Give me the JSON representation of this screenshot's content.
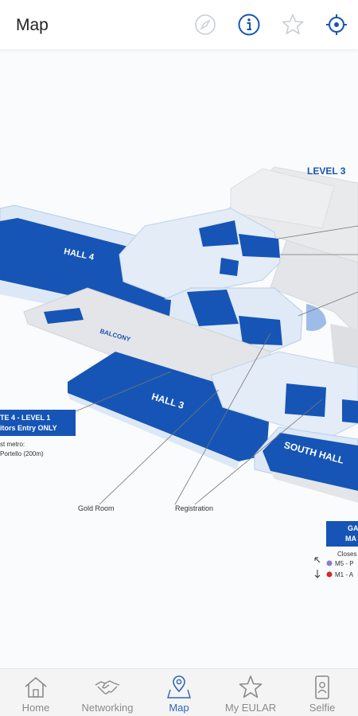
{
  "header": {
    "title": "Map",
    "icons": [
      "compass-icon",
      "info-icon",
      "star-icon",
      "locate-icon"
    ]
  },
  "colors": {
    "accent": "#1655b5",
    "light_blue": "#dbe8f6",
    "gray": "#e6e7e9",
    "active_tab": "#2f66b8",
    "inactive_tab": "#8a8a8a"
  },
  "map": {
    "level_label": "LEVEL 3",
    "halls": {
      "hall4": "HALL 4",
      "hall3": "HALL 3",
      "south_hall": "SOUTH HALL",
      "balcony": "BALCONY"
    },
    "gate_left": {
      "line1": "TE 4 - LEVEL 1",
      "line2": "itors Entry ONLY",
      "sub1": "st metro:",
      "sub2": "Portello (200m)"
    },
    "gate_right": {
      "line1": "GA",
      "line2": "MA",
      "closest": "Closes",
      "m5": "M5 - P",
      "m1": "M1 - A"
    },
    "labels": {
      "gold_room": "Gold Room",
      "registration": "Registration"
    }
  },
  "tabs": [
    {
      "label": "Home",
      "icon": "home-icon",
      "active": false
    },
    {
      "label": "Networking",
      "icon": "handshake-icon",
      "active": false
    },
    {
      "label": "Map",
      "icon": "map-pin-icon",
      "active": true
    },
    {
      "label": "My EULAR",
      "icon": "star-icon",
      "active": false
    },
    {
      "label": "Selfie",
      "icon": "selfie-icon",
      "active": false
    }
  ]
}
